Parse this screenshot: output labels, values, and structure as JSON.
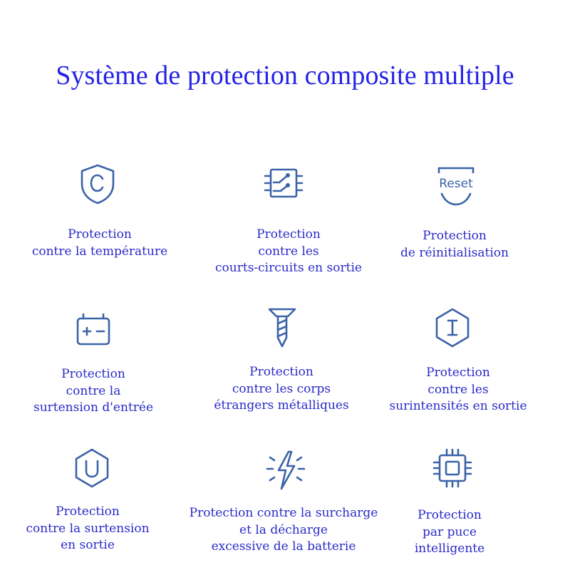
{
  "title": "Système de protection composite multiple",
  "colors": {
    "title": "#2323e6",
    "caption": "#2a2ac8",
    "icon": "#3b63a8"
  },
  "items": [
    {
      "icon": "shield-c-icon",
      "lines": [
        "Protection",
        "contre la température"
      ]
    },
    {
      "icon": "circuit-board-icon",
      "lines": [
        "Protection",
        "contre les",
        "courts-circuits en sortie"
      ]
    },
    {
      "icon": "reset-icon",
      "icon_text": "Reset",
      "lines": [
        "Protection",
        "de réinitialisation"
      ]
    },
    {
      "icon": "battery-icon",
      "lines": [
        "Protection",
        "contre la",
        "surtension d'entrée"
      ]
    },
    {
      "icon": "screw-icon",
      "lines": [
        "Protection",
        "contre les corps",
        "étrangers métalliques"
      ]
    },
    {
      "icon": "hexagon-i-icon",
      "lines": [
        "Protection",
        "contre les",
        "surintensités en sortie"
      ]
    },
    {
      "icon": "hexagon-u-icon",
      "lines": [
        "Protection",
        "contre la surtension",
        "en sortie"
      ]
    },
    {
      "icon": "lightning-bolt-icon",
      "lines": [
        "Protection contre la surcharge",
        "et la décharge",
        "excessive de la batterie"
      ]
    },
    {
      "icon": "chip-icon",
      "lines": [
        "Protection",
        "par puce",
        "intelligente"
      ]
    }
  ]
}
